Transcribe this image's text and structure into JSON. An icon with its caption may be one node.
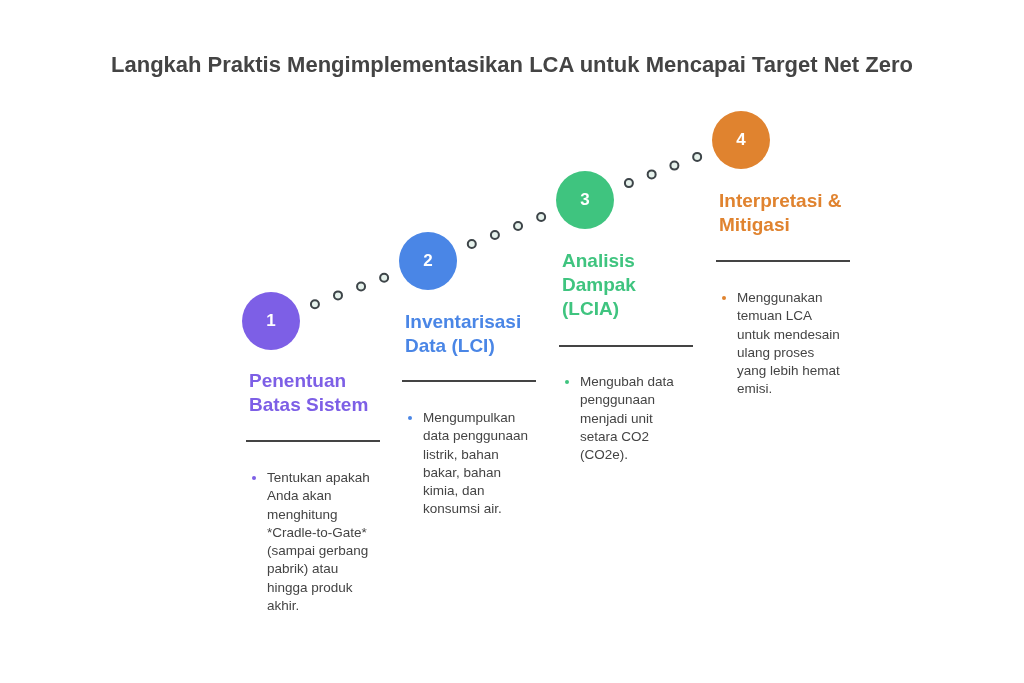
{
  "diagram": {
    "title": "Langkah Praktis Mengimplementasikan LCA untuk Mencapai Target Net Zero",
    "nodes": [
      {
        "text": [
          "1"
        ],
        "beside": [
          "Penentuan Batas Sistem"
        ]
      },
      {
        "text": [
          "2"
        ],
        "beside": [
          "Inventarisasi Data (LCI)"
        ]
      },
      {
        "text": [
          "3"
        ],
        "beside": [
          "Analisis Dampak (LCIA)"
        ]
      },
      {
        "text": [
          "4"
        ],
        "beside": [
          "Interpretasi & Mitigasi"
        ]
      }
    ],
    "edges": [
      {
        "from": 0,
        "to": 1,
        "arrow": "none",
        "style": "dashed"
      },
      {
        "from": 1,
        "to": 2,
        "arrow": "none",
        "style": "dashed"
      },
      {
        "from": 2,
        "to": 3,
        "arrow": "none",
        "style": "dashed"
      }
    ],
    "labels": [
      "Tentukan apakah Anda akan menghitung *Cradle-to-Gate* (sampai gerbang pabrik) atau hingga produk akhir.",
      "Mengumpulkan data penggunaan listrik, bahan bakar, bahan kimia, dan konsumsi air.",
      "Mengubah data penggunaan menjadi unit setara CO2 (CO2e).",
      "Menggunakan temuan LCA untuk mendesain ulang proses yang lebih hemat emisi."
    ]
  }
}
